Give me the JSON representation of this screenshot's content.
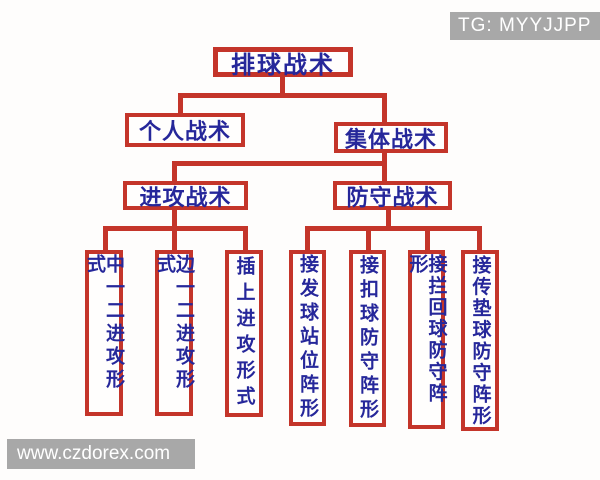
{
  "watermarks": {
    "top": "TG: MYYJJPP",
    "bottom": "www.czdorex.com"
  },
  "colors": {
    "box_border_red": "#c4352a",
    "connector_red": "#c4352a",
    "text_blue": "#26279a",
    "watermark_bg": "#a8a8a8",
    "watermark_text": "#ffffff",
    "background": "#fefdfc"
  },
  "tree": {
    "root": {
      "label": "排球战术"
    },
    "level2": [
      {
        "label": "个人战术",
        "parent": "排球战术"
      },
      {
        "label": "集体战术",
        "parent": "排球战术"
      }
    ],
    "level3": [
      {
        "label": "进攻战术",
        "parent": "集体战术"
      },
      {
        "label": "防守战术",
        "parent": "集体战术"
      }
    ],
    "leaves": [
      {
        "label": "中一二进攻形式",
        "parent": "进攻战术"
      },
      {
        "label": "边一二进攻形式",
        "parent": "进攻战术"
      },
      {
        "label": "插上进攻形式",
        "parent": "进攻战术"
      },
      {
        "label": "接发球站位阵形",
        "parent": "防守战术"
      },
      {
        "label": "接扣球防守阵形",
        "parent": "防守战术"
      },
      {
        "label": "接拦回球防守阵形",
        "parent": "防守战术"
      },
      {
        "label": "接传垫球防守阵形",
        "parent": "防守战术"
      }
    ]
  }
}
